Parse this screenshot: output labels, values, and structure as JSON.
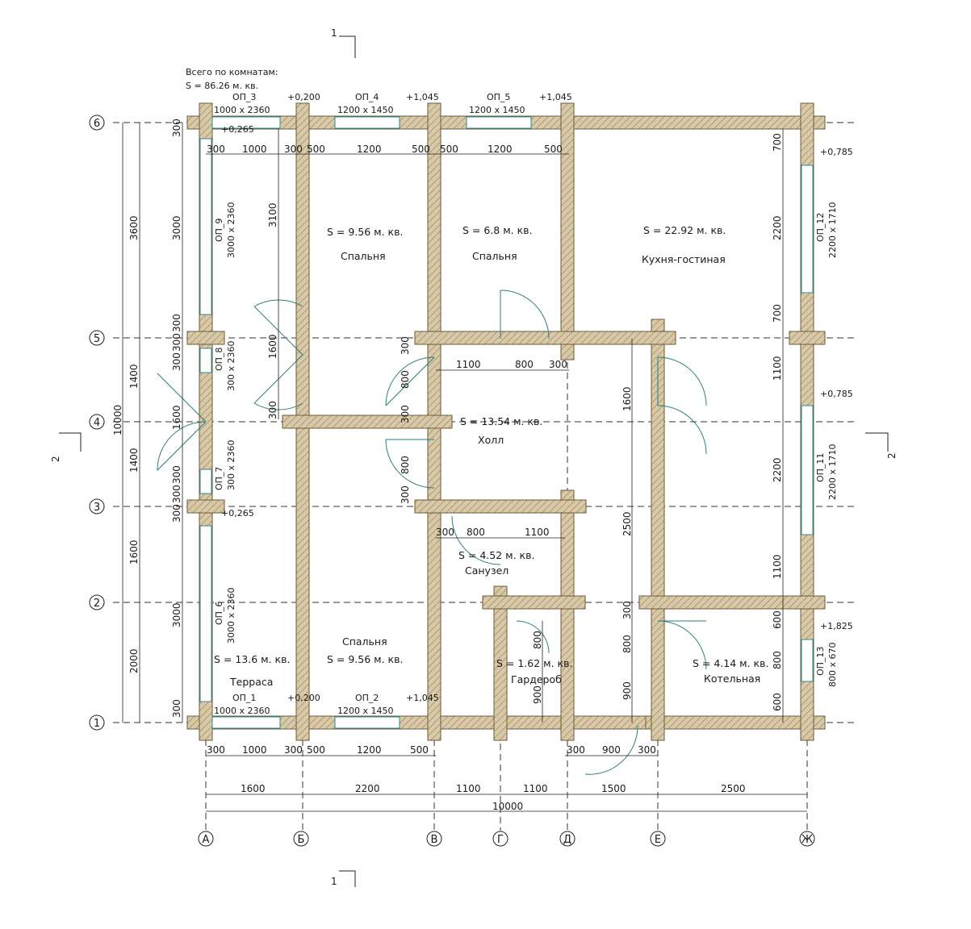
{
  "summary": {
    "line1": "Всего по комнатам:",
    "line2": "S    =  86.26 м. кв."
  },
  "axes": {
    "cols": [
      "А",
      "Б",
      "В",
      "Г",
      "Д",
      "Е",
      "Ж"
    ],
    "rows": [
      "1",
      "2",
      "3",
      "4",
      "5",
      "6"
    ]
  },
  "rooms": [
    {
      "area": "S    =  9.56 м. кв.",
      "name": "Спальня"
    },
    {
      "area": "S    =  6.8 м. кв.",
      "name": "Спальня"
    },
    {
      "area": "S    =  22.92 м. кв.",
      "name": "Кухня-гостиная"
    },
    {
      "area": "S    =  13.54 м. кв.",
      "name": "Холл"
    },
    {
      "area": "S    =  4.52 м. кв.",
      "name": "Санузел"
    },
    {
      "area": "S    =  13.6 м. кв.",
      "name": "Терраса"
    },
    {
      "area": "S    =  9.56 м. кв.",
      "name": "Спальня"
    },
    {
      "area": "S    =  1.62 м. кв.",
      "name": "Гардероб"
    },
    {
      "area": "S    =  4.14 м. кв.",
      "name": "Котельная"
    }
  ],
  "openings": [
    {
      "id": "ОП_3",
      "size": "1000 x 2360"
    },
    {
      "id": "ОП_4",
      "size": "1200 x 1450"
    },
    {
      "id": "ОП_5",
      "size": "1200 x 1450"
    },
    {
      "id": "ОП_1",
      "size": "1000 x 2360"
    },
    {
      "id": "ОП_2",
      "size": "1200 x 1450"
    },
    {
      "id": "ОП_9",
      "size": "3000 x 2360"
    },
    {
      "id": "ОП_8",
      "size": "300 x 2360"
    },
    {
      "id": "ОП_7",
      "size": "300 x 2360"
    },
    {
      "id": "ОП_6",
      "size": "3000 x 2360"
    },
    {
      "id": "ОП_12",
      "size": "2200 x 1710"
    },
    {
      "id": "ОП_11",
      "size": "2200 x 1710"
    },
    {
      "id": "ОП_13",
      "size": "800 x 670"
    }
  ],
  "levels": [
    "+0,200",
    "+1,045",
    "+1,045",
    "+0,265",
    "+0,785",
    "+0,785",
    "+0,265",
    "+1,825",
    "+0,200",
    "+1,045"
  ],
  "section_marks": [
    "1",
    "1",
    "2",
    "2"
  ],
  "dims_top": [
    "300",
    "1000",
    "300",
    "500",
    "1200",
    "500",
    "500",
    "1200",
    "500"
  ],
  "dims_bottom_openings": [
    "300",
    "1000",
    "300",
    "500",
    "1200",
    "500"
  ],
  "dims_bottom_door": [
    "300",
    "900",
    "300"
  ],
  "dims_axes_x": [
    "1600",
    "2200",
    "1100",
    "1100",
    "1500",
    "2500"
  ],
  "dims_total_x": "10000",
  "dims_left_outer": [
    "3600",
    "1400",
    "1400",
    "1600",
    "2000"
  ],
  "dims_total_y": "10000",
  "dims_left_inner": [
    "300",
    "3000",
    "300",
    "300",
    "300",
    "1600",
    "300",
    "300",
    "300",
    "3000",
    "300"
  ],
  "dims_inner_misc": [
    "3100",
    "1600",
    "300",
    "1100",
    "800",
    "300",
    "300",
    "800",
    "300",
    "800",
    "300",
    "300",
    "800",
    "1100",
    "1600",
    "2500",
    "300",
    "800",
    "900",
    "800",
    "900"
  ],
  "dims_right": [
    "700",
    "2200",
    "700",
    "1100",
    "2200",
    "1100",
    "600",
    "800",
    "600"
  ]
}
